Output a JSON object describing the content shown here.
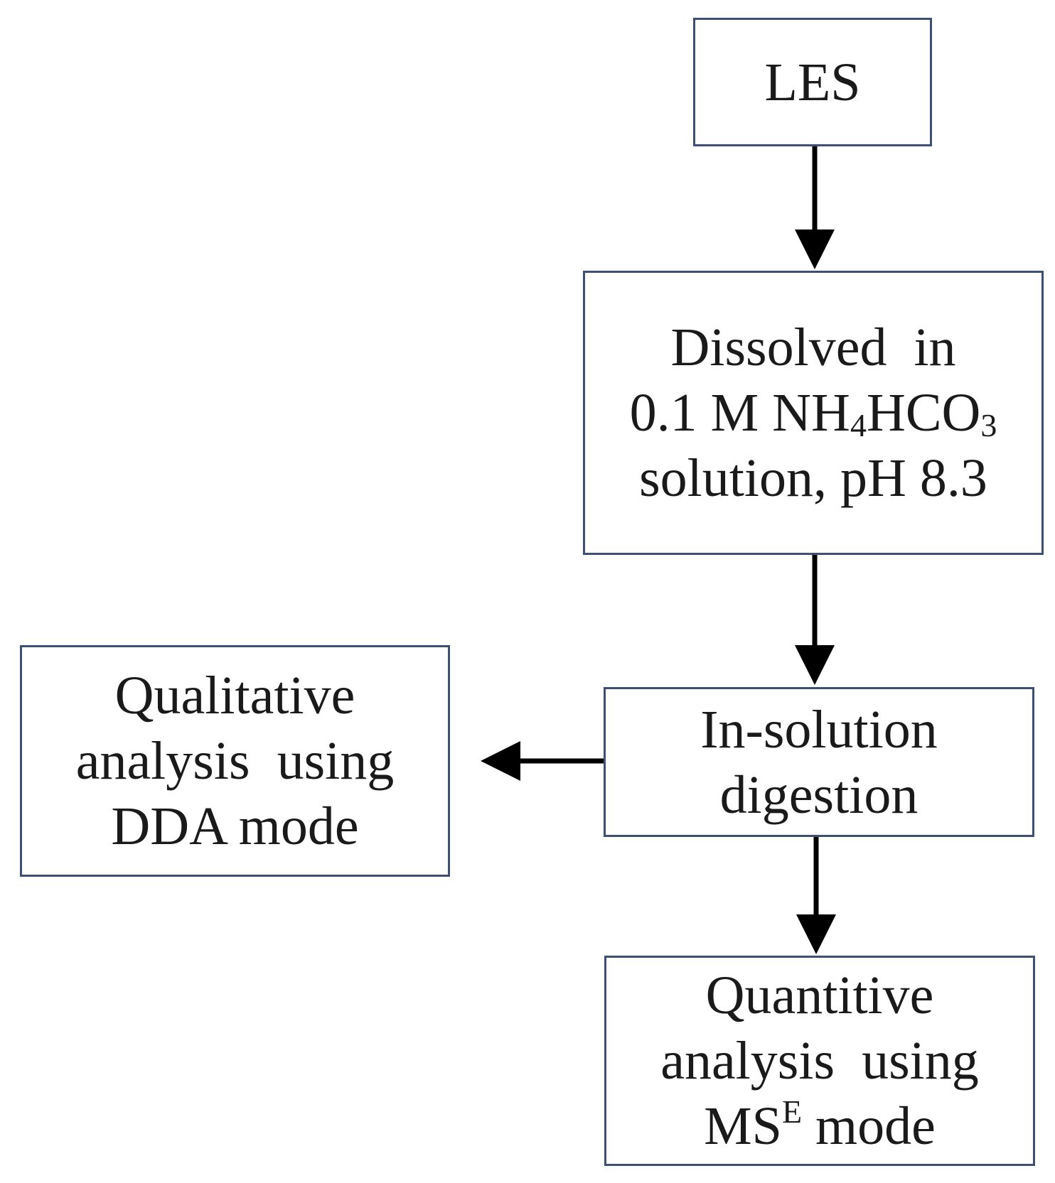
{
  "nodes": {
    "les": {
      "lines": [
        "LES"
      ]
    },
    "dissolved": {
      "line1": "Dissolved  in",
      "line2_a": "0.1 M NH",
      "line2_sub1": "4",
      "line2_b": "HCO",
      "line2_sub2": "3",
      "line3": "solution, pH 8.3"
    },
    "digestion": {
      "line1": "In-solution",
      "line2": "digestion"
    },
    "qualitative": {
      "line1": "Qualitative",
      "line2": "analysis  using",
      "line3": "DDA mode"
    },
    "quantitive": {
      "line1": "Quantitive",
      "line2": "analysis  using",
      "line3_a": "MS",
      "line3_sup": "E",
      "line3_b": " mode"
    }
  },
  "colors": {
    "box_border": "#3d4f72",
    "arrow": "#000000",
    "text": "#1a1a1a"
  }
}
